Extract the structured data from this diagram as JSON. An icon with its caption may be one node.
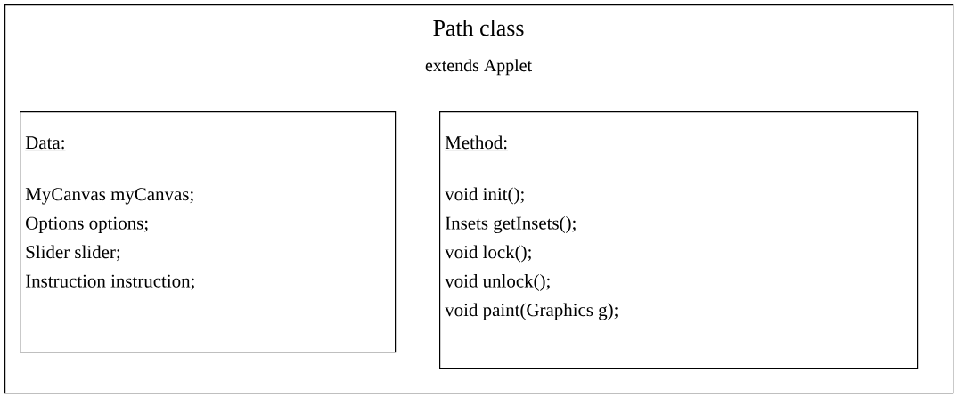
{
  "diagram": {
    "nodes": [
      {
        "text": [
          "Path class",
          "extends Applet"
        ]
      },
      {
        "text": [
          "Data:",
          "MyCanvas myCanvas;",
          "Options options;",
          "Slider slider;",
          "Instruction instruction;"
        ],
        "in": 0
      },
      {
        "text": [
          "Method:",
          "void init();",
          "Insets getInsets();",
          "void lock();",
          "void unlock();",
          "void paint(Graphics g);"
        ],
        "in": 0
      }
    ]
  }
}
